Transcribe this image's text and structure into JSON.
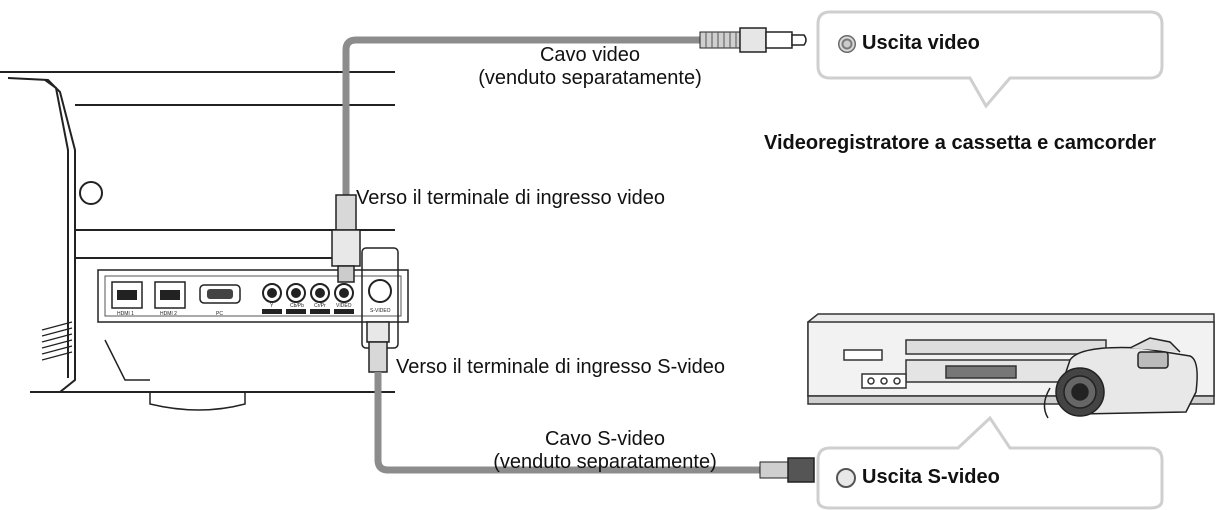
{
  "labels": {
    "video_cable_line1": "Cavo video",
    "video_cable_line2": "(venduto separatamente)",
    "video_out": "Uscita video",
    "device_title": "Videoregistratore a cassetta e camcorder",
    "to_video_input": "Verso il terminale di ingresso video",
    "to_svideo_input": "Verso il terminale di ingresso S-video",
    "svideo_cable_line1": "Cavo S-video",
    "svideo_cable_line2": "(venduto separatamente)",
    "svideo_out": "Uscita S-video"
  },
  "panel_labels": {
    "hdmi1": "HDMI 1",
    "hdmi2": "HDMI 2",
    "pc": "PC",
    "y": "Y",
    "cb": "Cb/Pb",
    "cr": "Cr/Pr",
    "video": "VIDEO",
    "svideo": "S-VIDEO"
  },
  "colors": {
    "cable": "#8c8c8c",
    "bubble_border": "#cfcfcf",
    "outline": "#222222"
  }
}
